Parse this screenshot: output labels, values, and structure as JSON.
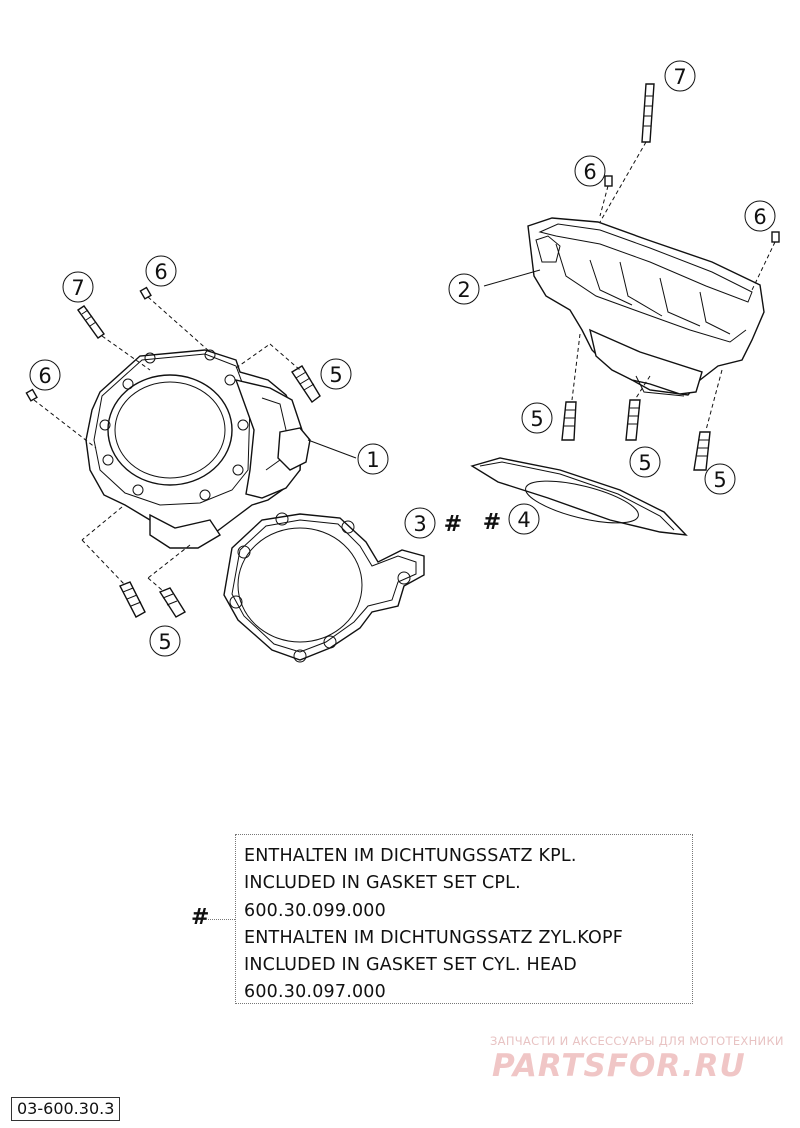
{
  "callouts": {
    "c1": "1",
    "c2": "2",
    "c3": "3",
    "c4": "4",
    "c5": "5",
    "c6": "6",
    "c7": "7"
  },
  "hash_symbol": "#",
  "note": {
    "lines": [
      "ENTHALTEN IM DICHTUNGSSATZ KPL.",
      "INCLUDED IN GASKET SET CPL.",
      "600.30.099.000",
      "ENTHALTEN IM DICHTUNGSSATZ ZYL.KOPF",
      "INCLUDED IN GASKET SET CYL. HEAD",
      "600.30.097.000"
    ]
  },
  "watermark": {
    "tagline": "ЗАПЧАСТИ И АКСЕССУАРЫ ДЛЯ МОТОТЕХНИКИ",
    "logo": "PARTSFOR.RU"
  },
  "drawing_number": "03-600.30.3",
  "colors": {
    "line": "#111111",
    "watermark": "#f0c6c6",
    "background": "#ffffff"
  }
}
